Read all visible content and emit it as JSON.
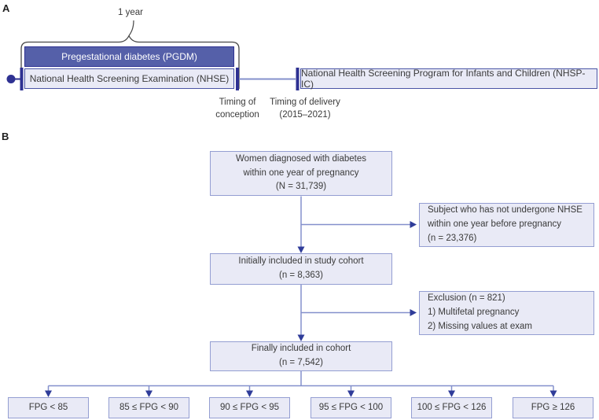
{
  "colors": {
    "ink": "#3a3a3a",
    "navy": "#2e3192",
    "pgdm-fill": "#5560a9",
    "pgdm-text": "#ffffff",
    "timeline-border": "#4a55a5",
    "box-border": "#949ed2",
    "box-fill": "#e9eaf6",
    "line": "#8490cc",
    "arrow": "#2f3c99",
    "brace": "#474747"
  },
  "panel_a": {
    "label": "A",
    "duration_label": "1 year",
    "pgdm_box": "Pregestational diabetes (PGDM)",
    "nhse_box": "National Health Screening Examination (NHSE)",
    "nhsp_box": "National Health Screening Program for Infants and Children (NHSP-IC)",
    "conception_label": [
      "Timing of",
      "conception"
    ],
    "delivery_label": [
      "Timing of delivery",
      "(2015–2021)"
    ]
  },
  "panel_b": {
    "label": "B",
    "top_box": [
      "Women diagnosed with diabetes",
      "within one year of pregnancy",
      "(N = 31,739)"
    ],
    "exclusion_box_1": [
      "Subject who has not undergone NHSE",
      "within one year before pregnancy",
      "(n = 23,376)"
    ],
    "middle_box": [
      "Initially included in study cohort",
      "(n = 8,363)"
    ],
    "exclusion_box_2": [
      "Exclusion (n = 821)",
      "1) Multifetal pregnancy",
      "2) Missing values at exam"
    ],
    "final_box": [
      "Finally included in cohort",
      "(n = 7,542)"
    ],
    "fpg_groups": [
      "FPG < 85",
      "85 ≤ FPG < 90",
      "90 ≤ FPG < 95",
      "95 ≤ FPG < 100",
      "100 ≤ FPG < 126",
      "FPG ≥ 126"
    ]
  }
}
